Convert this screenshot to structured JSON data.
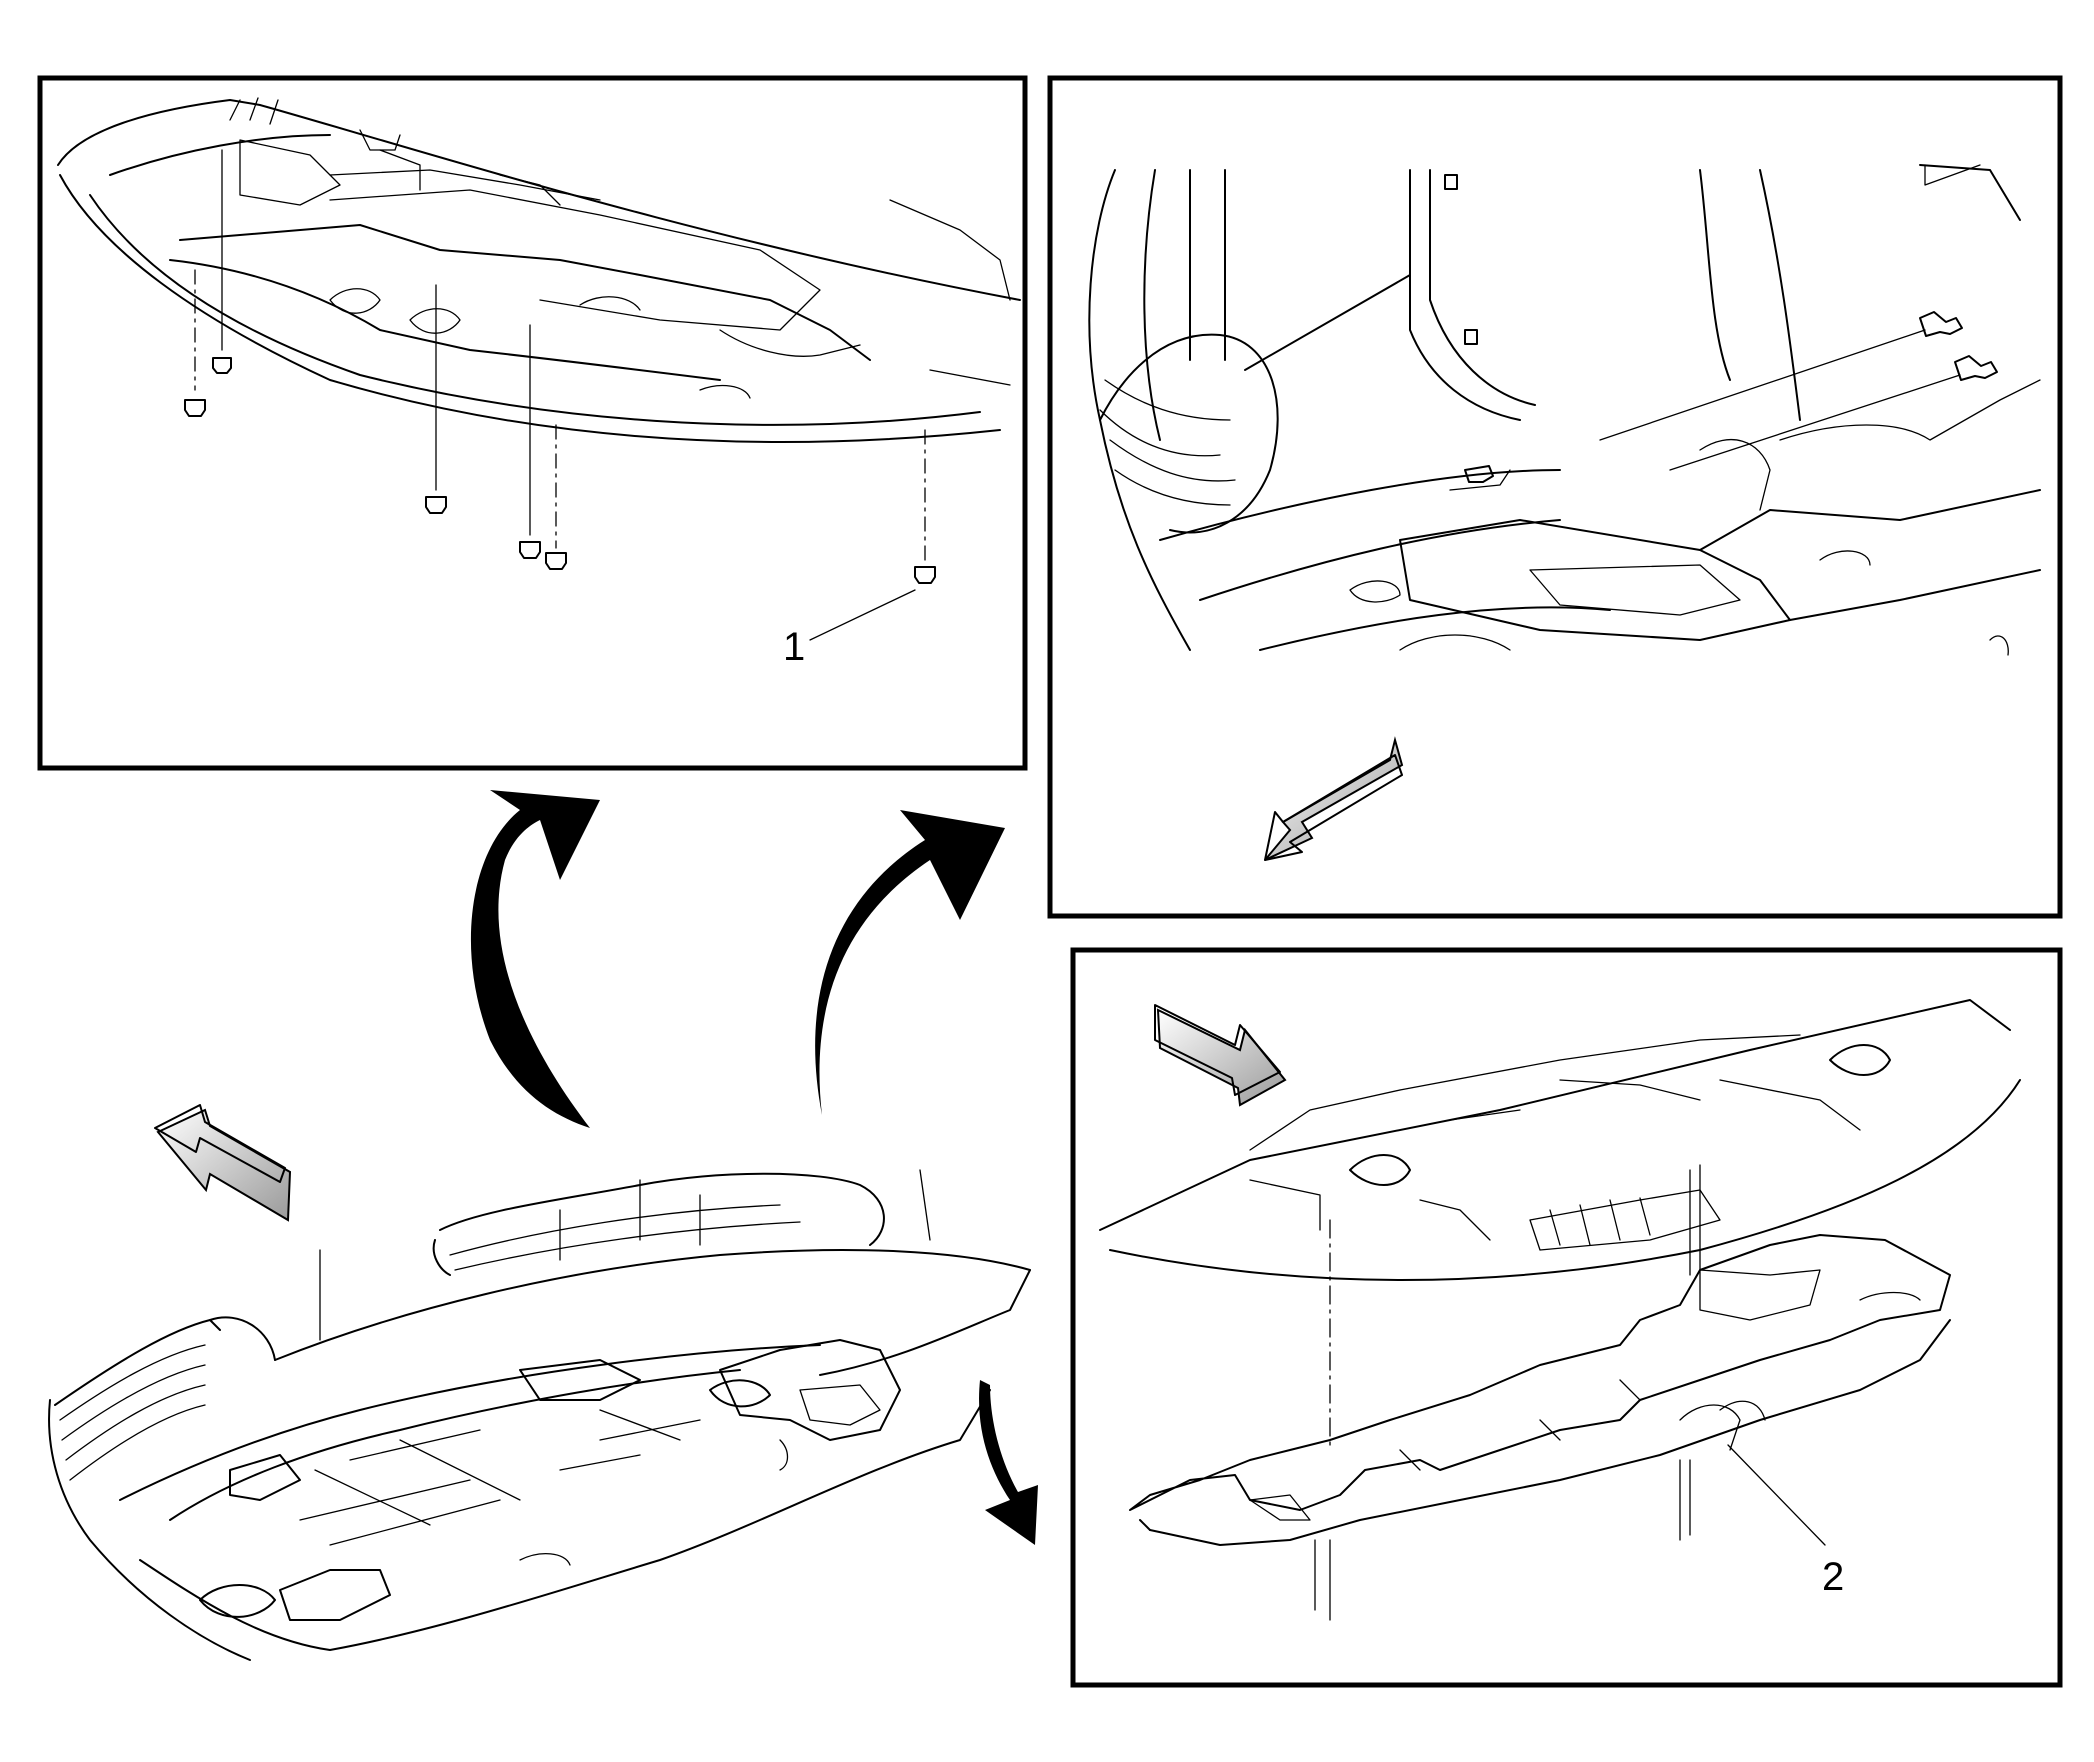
{
  "colors": {
    "line": "#000000",
    "background": "#ffffff",
    "arrow_fill": "#000000",
    "hollow_arrow_shade": "#9a9a9a"
  },
  "callouts": [
    {
      "id": "1",
      "text": "1"
    },
    {
      "id": "2",
      "text": "2"
    }
  ],
  "panels": [
    {
      "name": "detail-fasteners"
    },
    {
      "name": "detail-push-pins"
    },
    {
      "name": "detail-removal"
    },
    {
      "name": "overview"
    }
  ],
  "icons": [
    "curved-arrow-icon",
    "hollow-direction-arrow-icon"
  ]
}
